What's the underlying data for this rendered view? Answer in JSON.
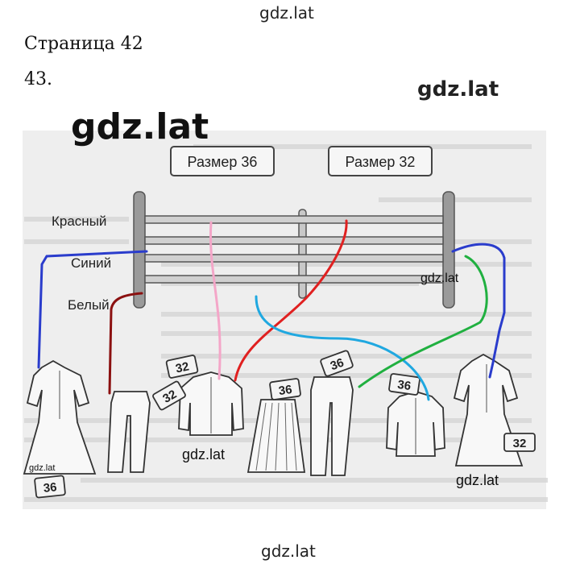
{
  "watermarks": {
    "top": "gdz.lat",
    "right": "gdz.lat",
    "big": "gdz.lat",
    "bottom": "gdz.lat",
    "in_image_mid": "gdz.lat",
    "in_image_left": "gdz.lat",
    "in_image_right": "gdz.lat",
    "in_image_small": "gdz.lat"
  },
  "page_title": "Страница 42",
  "task_number": "43.",
  "figure": {
    "size_left_label": "Размер 36",
    "size_right_label": "Размер 32",
    "shelf_labels": [
      "Красный",
      "Синий",
      "Белый"
    ],
    "tags": [
      "32",
      "32",
      "36",
      "36",
      "36",
      "36",
      "32"
    ],
    "line_colors": {
      "blue": "#2a3ccc",
      "darkred": "#8b1010",
      "pink": "#f4a6c8",
      "red": "#e02020",
      "cyan": "#20a8e0",
      "green": "#20b040"
    }
  }
}
